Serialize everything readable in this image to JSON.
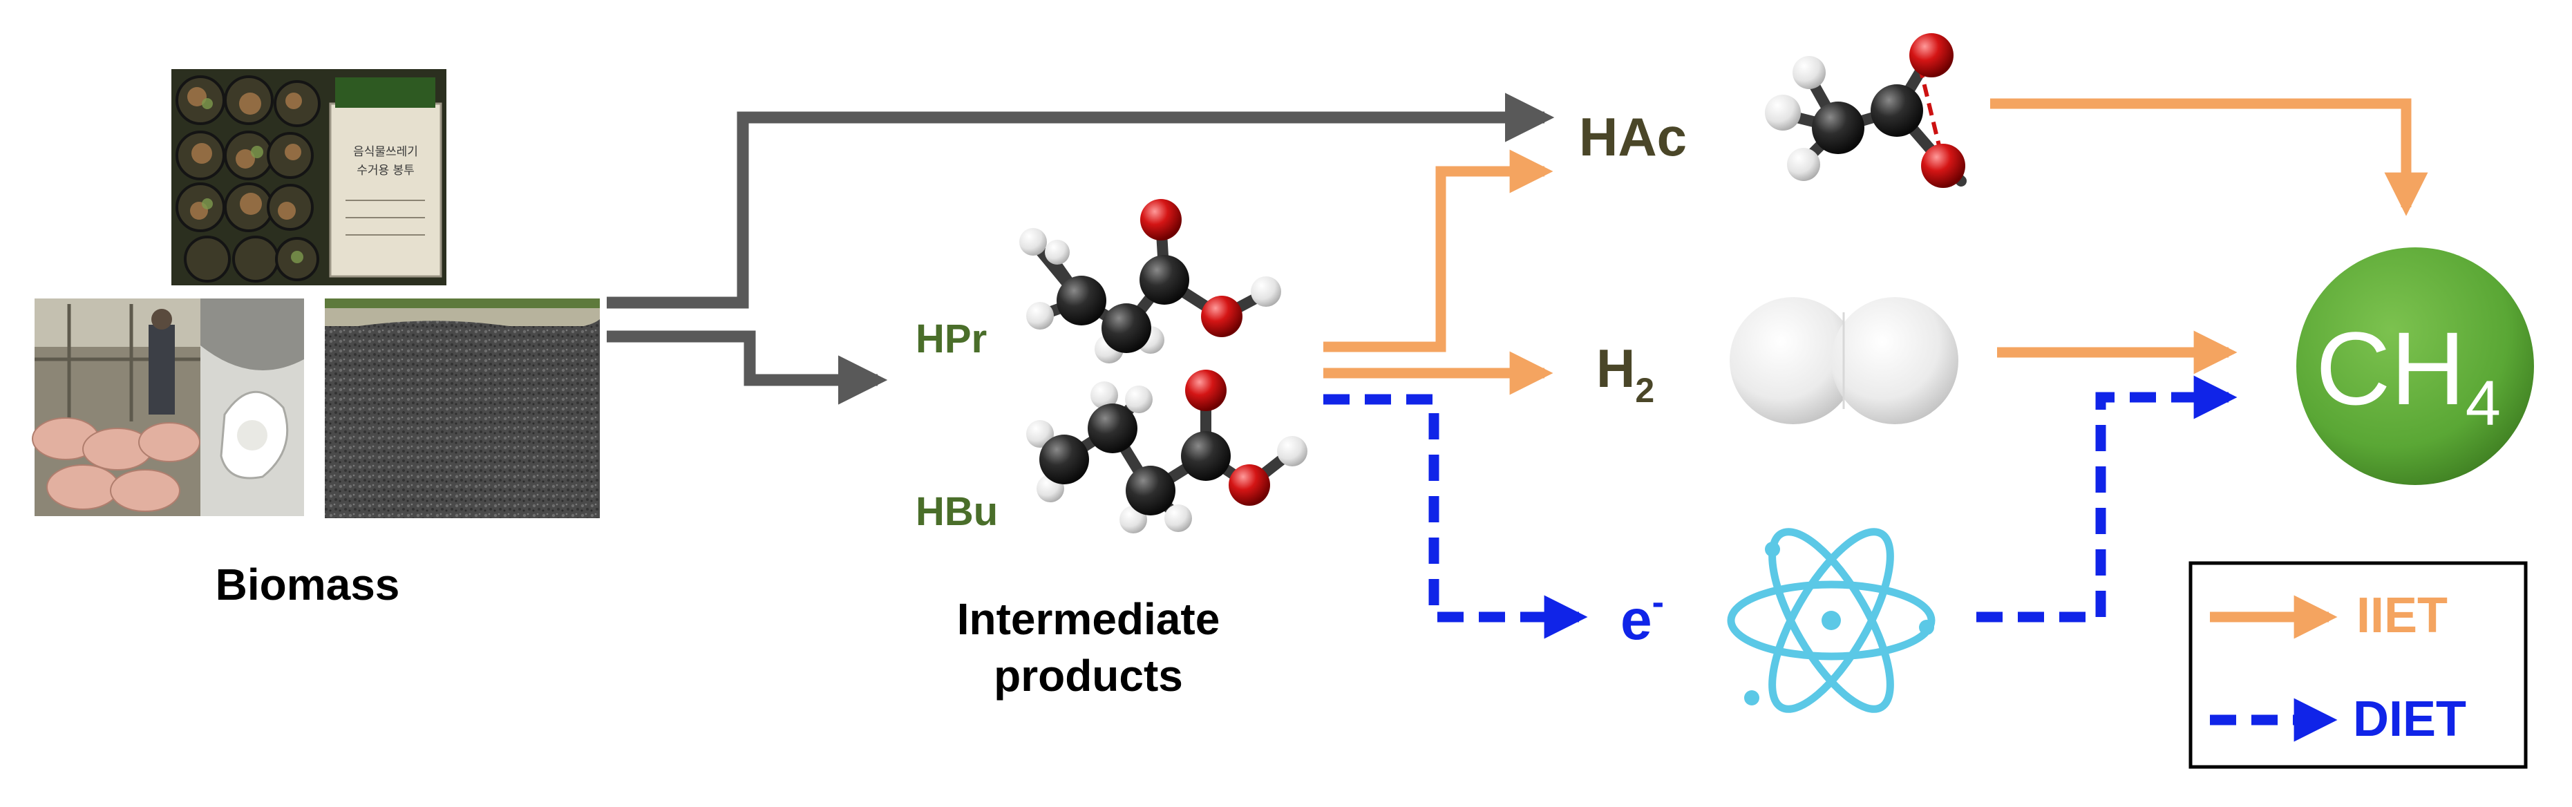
{
  "biomass": {
    "label": "Biomass",
    "photos": [
      "photo-food-waste-bins",
      "photo-pig-farm",
      "photo-sludge-bag",
      "photo-compost-pile"
    ],
    "bag_text": "음식물쓰레기 수거용 봉투"
  },
  "intermediates": {
    "hpr": "HPr",
    "hbu": "HBu",
    "caption_line1": "Intermediate",
    "caption_line2": "products",
    "color": "#4a6e2a"
  },
  "products": {
    "hac": "HAc",
    "h2_main": "H",
    "h2_sub": "2",
    "electron_main": "e",
    "electron_sup": "-",
    "text_color": "#4a4628",
    "electron_color": "#1024e8"
  },
  "methane": {
    "main": "CH",
    "sub": "4",
    "color": "#5aa735"
  },
  "legend": {
    "iiet": "IIET",
    "diet": "DIET"
  },
  "colors": {
    "gray_arrow": "#595959",
    "iiet": "#f4a460",
    "diet": "#1024e8",
    "atom_carbon": "#2a2a2a",
    "atom_oxygen": "#cc1111",
    "atom_hydrogen": "#e8e8e8",
    "atom_icon": "#5bc8e6"
  },
  "icons": [
    "atom-icon",
    "hydrogen-molecule-icon",
    "acetic-acid-molecule-icon",
    "propionic-acid-molecule-icon",
    "butyric-acid-molecule-icon"
  ]
}
